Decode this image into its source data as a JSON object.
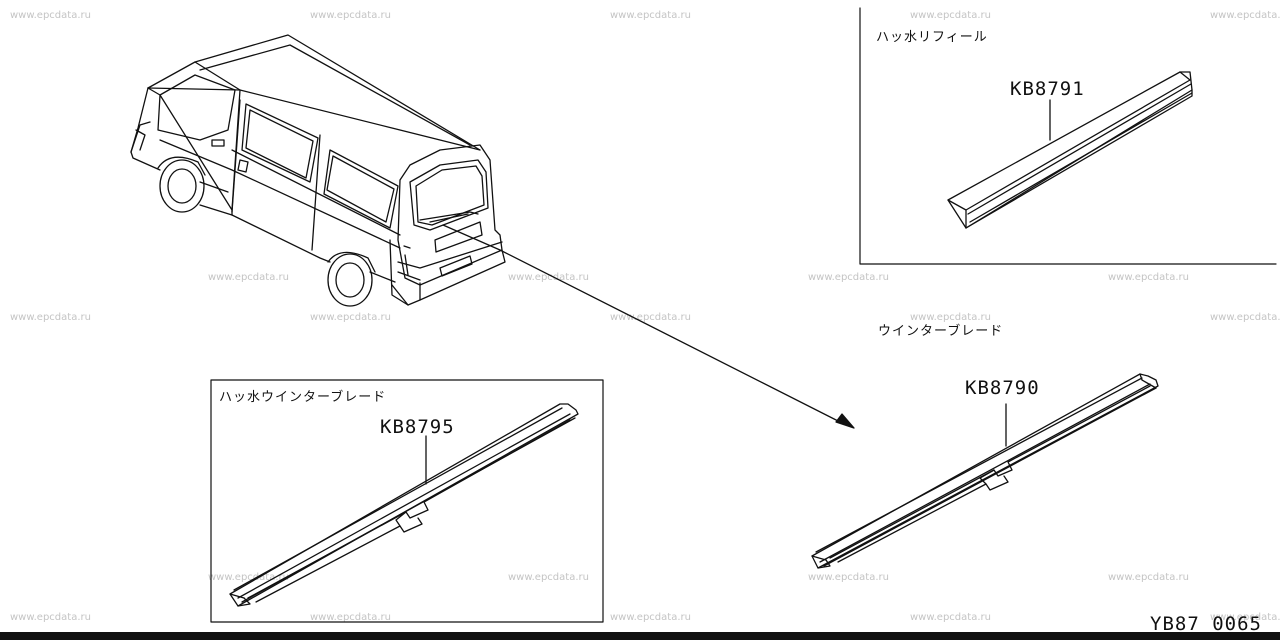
{
  "watermark": "www.epcdata.ru",
  "callouts": {
    "refill": {
      "title": "ハッ水リフィール",
      "part": "KB8791"
    },
    "winter_blade": {
      "title": "ウインターブレード",
      "part": "KB8790"
    },
    "repellent_winter_blade": {
      "title": "ハッ水ウインターブレード",
      "part": "KB8795"
    }
  },
  "diagram_code": "YB87 0065",
  "colors": {
    "line": "#111111",
    "watermark": "#c4c4c4",
    "background": "#ffffff"
  }
}
